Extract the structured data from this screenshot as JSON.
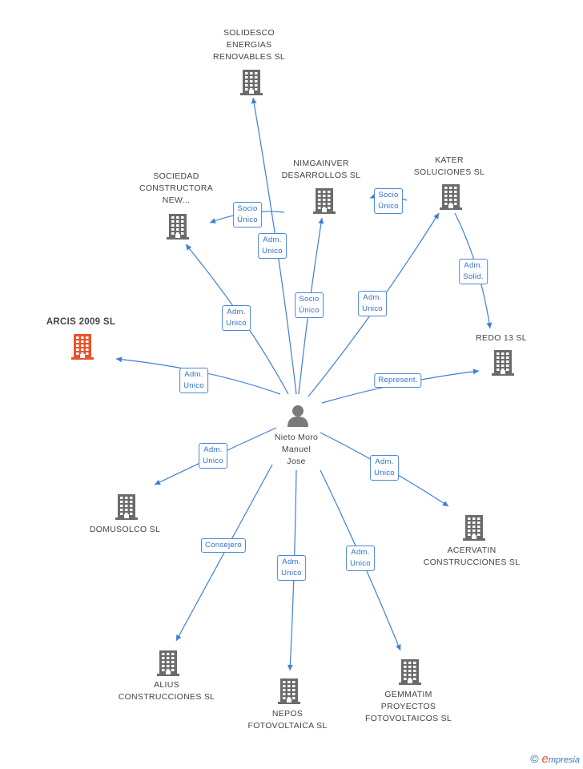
{
  "center": {
    "name": "Nieto Moro\nManuel\nJose"
  },
  "companies": {
    "solidesco": "SOLIDESCO\nENERGIAS\nRENOVABLES SL",
    "sociedad": "SOCIEDAD\nCONSTRUCTORA\nNEW...",
    "nimgainver": "NIMGAINVER\nDESARROLLOS SL",
    "kater": "KATER\nSOLUCIONES SL",
    "arcis": "ARCIS 2009 SL",
    "redo": "REDO 13  SL",
    "domusolco": "DOMUSOLCO SL",
    "acervatin": "ACERVATIN\nCONSTRUCCIONES SL",
    "alius": "ALIUS\nCONSTRUCCIONES SL",
    "nepos": "NEPOS\nFOTOVOLTAICA SL",
    "gemmatim": "GEMMATIM\nPROYECTOS\nFOTOVOLTAICOS SL"
  },
  "relations": {
    "socio_unico_sociedad": "Socio\nÚnico",
    "adm_unico_solidesco": "Adm.\nUnico",
    "socio_unico_nimgainver": "Socio\nÚnico",
    "socio_unico_kater": "Socio\nÚnico",
    "adm_unico_sociedad": "Adm.\nUnico",
    "adm_unico_kater": "Adm.\nUnico",
    "adm_solid_redo": "Adm.\nSolid.",
    "adm_unico_arcis": "Adm.\nUnico",
    "represent_redo": "Represent.",
    "adm_unico_domusolco": "Adm.\nUnico",
    "adm_unico_acervatin": "Adm.\nUnico",
    "consejero_alius": "Consejero",
    "adm_unico_nepos": "Adm.\nUnico",
    "adm_unico_gemmatim": "Adm.\nUnico"
  },
  "colors": {
    "edge": "#3d7fd6",
    "building": "#6b6b6b",
    "highlight": "#e8542b"
  },
  "footer": {
    "copyright": "©",
    "brand_first": "e",
    "brand_rest": "mpresia"
  }
}
